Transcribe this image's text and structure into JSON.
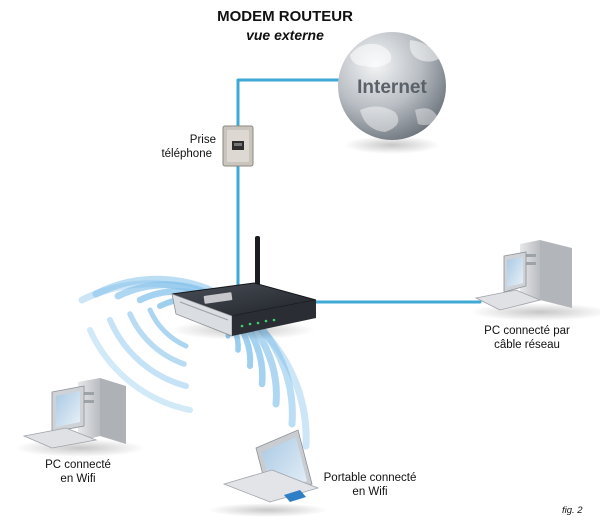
{
  "header": {
    "title": "MODEM ROUTEUR",
    "subtitle": "vue externe"
  },
  "nodes": {
    "internet": {
      "label": "Internet"
    },
    "phone_jack": {
      "label_line1": "Prise",
      "label_line2": "téléphone"
    },
    "router": {
      "label": ""
    },
    "pc_cable": {
      "label_line1": "PC connecté par",
      "label_line2": "câble réseau"
    },
    "pc_wifi": {
      "label_line1": "PC connecté",
      "label_line2": "en Wifi"
    },
    "laptop_wifi": {
      "label_line1": "Portable connecté",
      "label_line2": "en Wifi"
    }
  },
  "edges": [
    {
      "from": "internet",
      "to": "phone_jack",
      "kind": "cable"
    },
    {
      "from": "phone_jack",
      "to": "router",
      "kind": "cable"
    },
    {
      "from": "router",
      "to": "pc_cable",
      "kind": "cable"
    },
    {
      "from": "router",
      "to": "pc_wifi",
      "kind": "wifi"
    },
    {
      "from": "router",
      "to": "laptop_wifi",
      "kind": "wifi"
    }
  ],
  "figure_caption": "fig. 2",
  "colors": {
    "cable": "#3fa9d6",
    "wifi_wave": "#7fbfea",
    "router_body": "#2c2f36",
    "globe": "#9aa1a8",
    "device": "#d6d8db"
  }
}
